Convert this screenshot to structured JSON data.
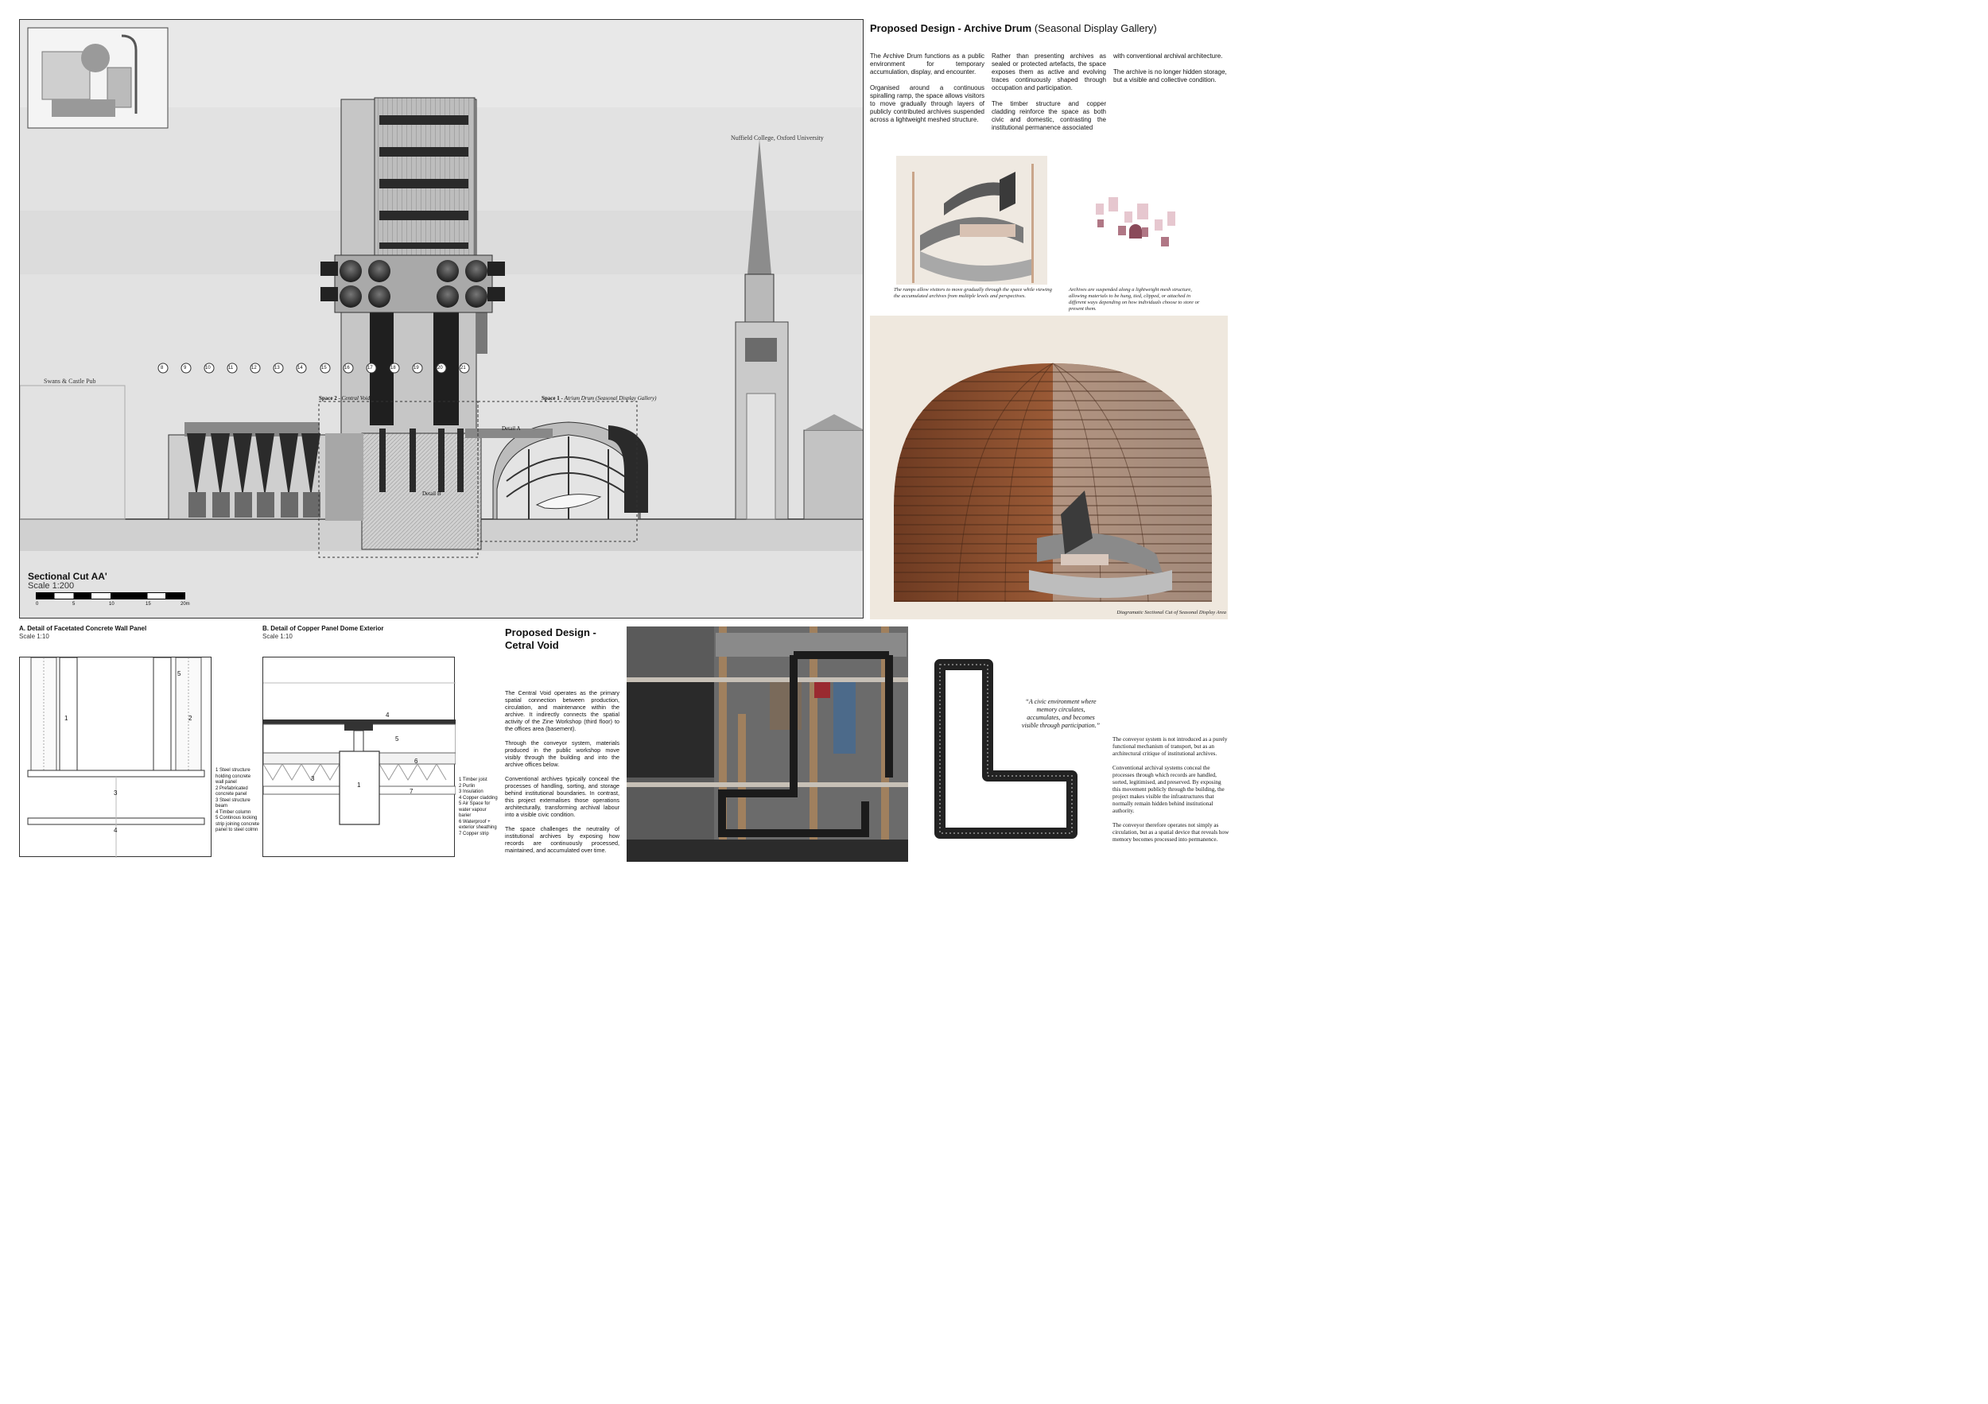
{
  "section": {
    "title": "Sectional Cut AA'",
    "scale": "Scale 1:200",
    "scale_ticks": [
      "0",
      "5",
      "10",
      "15",
      "20m"
    ],
    "label_pub": "Swans & Castle Pub",
    "label_college": "Nuffield College, Oxford University",
    "label_space2_b": "Space 2 - ",
    "label_space2_i": "Central Void",
    "label_space1_b": "Space 1 - ",
    "label_space1_i": "Atrium Drum (Seasonal Display Gallery)",
    "label_detail_a": "Detail A",
    "label_detail_b": "Detail B",
    "grid_numbers": [
      "8",
      "9",
      "10",
      "11",
      "12",
      "13",
      "14",
      "15",
      "16",
      "17",
      "18",
      "19",
      "20",
      "21"
    ]
  },
  "archive": {
    "title_bold": "Proposed Design - Archive Drum",
    "title_light": "(Seasonal Display Gallery)",
    "col1": "The Archive Drum functions as a public environment for temporary accumulation, display, and encounter.",
    "col1b": "Organised around a continuous spiralling ramp, the space allows visitors to move gradually through layers of publicly contributed archives suspended across a lightweight meshed structure.",
    "col2": "Rather than presenting archives as sealed or protected artefacts, the space exposes them as active and evolving traces continuously shaped through occupation and participation.",
    "col2b": "The timber structure and copper cladding reinforce the space as both civic and domestic, contrasting the institutional permanence associated",
    "col3": "with conventional archival architecture.",
    "col3b": "The archive is no longer hidden storage, but a visible and collective condition.",
    "caption_ramp": "The ramps allow visitors to move gradually through the space while viewing the accumulated archives from multiple levels and perspectives.",
    "caption_mesh": "Archives are suspended along a lightweight mesh structure, allowing materials to be hung, tied, clipped, or attached in different ways depending on how individuals choose to store or present them.",
    "caption_section": "Diagramatic Sectional Cut of Seasonal Display Area"
  },
  "detail_a": {
    "title": "A. Detail of Facetated Concrete Wall Panel",
    "scale": "Scale 1:10",
    "legend": [
      "1 Steel structure holding concrete wall panel",
      "2 Prefabricated concrete panel",
      "3 Steel structure beam",
      "4 Timber column",
      "5 Continous locking strip joining concrete panel to steel colmn"
    ],
    "nums": [
      "1",
      "2",
      "3",
      "4",
      "5"
    ]
  },
  "detail_b": {
    "title": "B. Detail of Copper Panel Dome Exterior",
    "scale": "Scale 1:10",
    "legend": [
      "1 Timber joist",
      "2 Purlin",
      "3 Insulation",
      "4 Copper cladding",
      "5 Air Space for water vapour barier",
      "6 Waterproof + exterior sheathing",
      "7 Copper strip"
    ],
    "nums": [
      "1",
      "3",
      "4",
      "5",
      "6",
      "7"
    ]
  },
  "void": {
    "title_1": "Proposed Design -",
    "title_2": "Cetral Void",
    "p1": "The Central Void operates as the primary spatial connection between production, circulation, and maintenance within the archive. It indirectly connects the spatial activity of the Zine Workshop (third floor) to the offices area (basement).",
    "p2": "Through the conveyor system, materials produced in the public workshop move visibly through the building and into the archive offices below.",
    "p3": "Conventional archives typically conceal the processes of handling, sorting, and storage behind institutional boundaries. In contrast, this project externalises those operations architecturally, transforming archival labour into a visible civic condition.",
    "p4": "The space challenges the neutrality of institutional archives by exposing how records are continuously processed, maintained, and accumulated over time.",
    "quote": "“A civic environment where memory circulates, accumulates, and becomes visible through participation.”",
    "c1": "The conveyor system is not introduced as a purely functional mechanism of transport, but as an architectural critique of institutional archives.",
    "c2": "Conventional archival systems conceal the processes through which records are handled, sorted, legitimised, and preserved. By exposing this movement publicly through the building, the project makes visible the infrastructures that normally remain hidden behind institutional authority.",
    "c3": "The conveyor therefore operates not simply as circulation, but as a spatial device that reveals how memory becomes processed into permanence."
  }
}
